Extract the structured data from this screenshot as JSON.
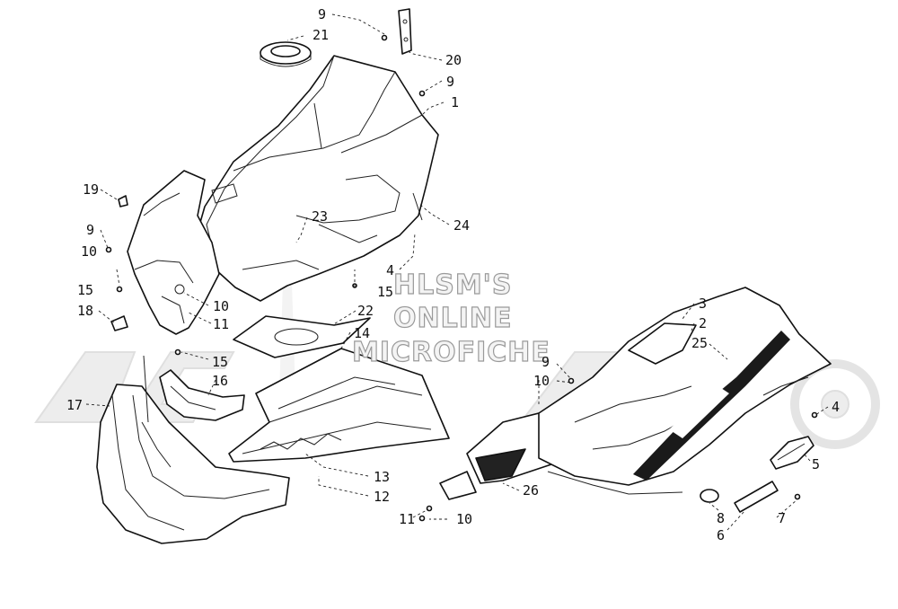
{
  "watermark": {
    "line1": "HLSM'S",
    "line2": "ONLINE",
    "line3": "MICROFICHE"
  },
  "callouts": {
    "c9a": "9",
    "c21": "21",
    "c20": "20",
    "c9b": "9",
    "c1": "1",
    "c19": "19",
    "c23": "23",
    "c24": "24",
    "c9c": "9",
    "c10a": "10",
    "c4a": "4",
    "c15a": "15",
    "c10b": "10",
    "c15b": "15",
    "c22": "22",
    "c18": "18",
    "c11a": "11",
    "c14": "14",
    "c15c": "15",
    "c16": "16",
    "c17": "17",
    "c13": "13",
    "c12": "12",
    "c11b": "11",
    "c10c": "10",
    "c26": "26",
    "c3": "3",
    "c2": "2",
    "c25": "25",
    "c9d": "9",
    "c10d": "10",
    "c4b": "4",
    "c5": "5",
    "c8": "8",
    "c7": "7",
    "c6": "6"
  }
}
